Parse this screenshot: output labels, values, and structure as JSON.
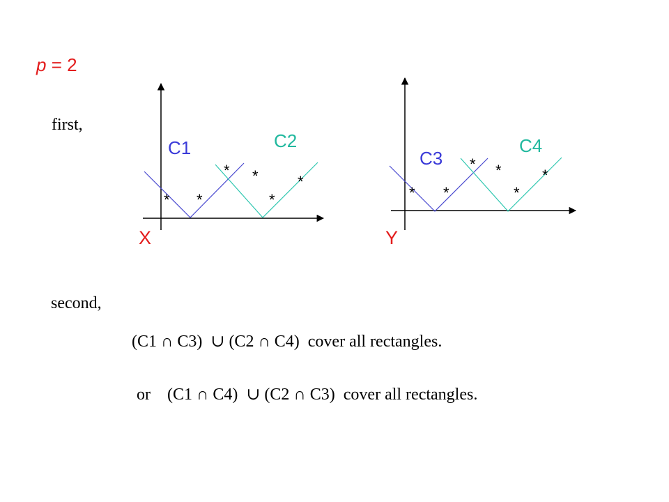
{
  "header": {
    "p_symbol": "p",
    "p_rest": " = 2"
  },
  "steps": {
    "first": "first,",
    "second": "second,"
  },
  "statements": {
    "line1": "(C1 ∩ C3)  ∪ (C2 ∩ C4)  cover all rectangles.",
    "line2": "or    (C1 ∩ C4)  ∪ (C2 ∩ C3)  cover all rectangles."
  },
  "diagrams": {
    "left": {
      "axis_label": "X",
      "cone_a": "C1",
      "cone_b": "C2",
      "star": "*"
    },
    "right": {
      "axis_label": "Y",
      "cone_a": "C3",
      "cone_b": "C4",
      "star": "*"
    }
  },
  "colors": {
    "accent_red": "#e31d1d",
    "cone_blue": "#4a4ad0",
    "cone_teal": "#2fc7b0",
    "label_blue": "#3a3ad8",
    "label_teal": "#20b89e",
    "axis": "#000000"
  }
}
